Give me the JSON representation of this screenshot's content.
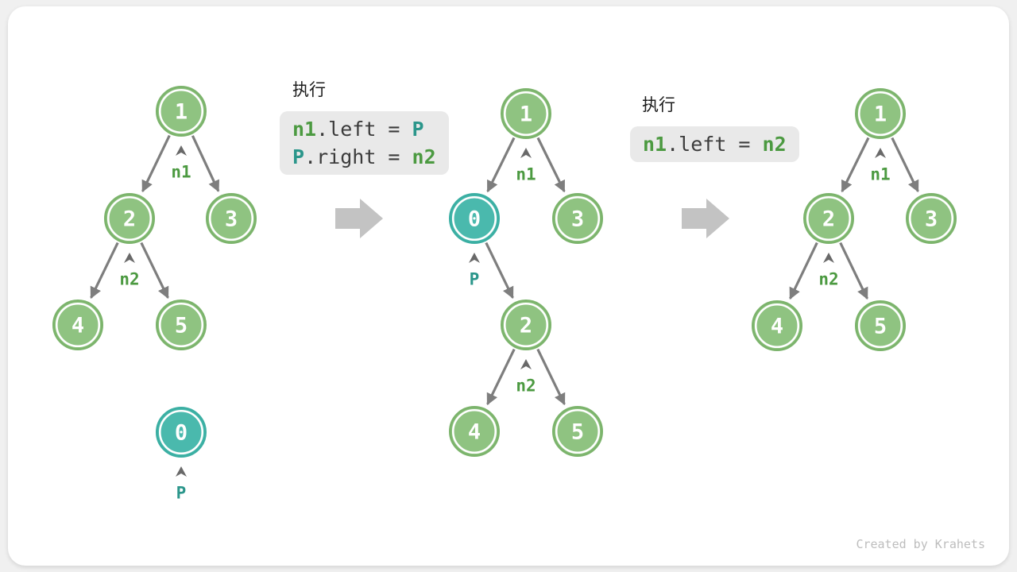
{
  "page": {
    "watermark": "Created by Krahets"
  },
  "colors": {
    "page_bg": "#f0f0f0",
    "card_bg": "#ffffff",
    "node_green_fill": "#8fc381",
    "node_green_stroke": "#7cb46c",
    "node_teal_fill": "#4ab9ad",
    "node_teal_stroke": "#3bafa3",
    "node_value_text": "#ffffff",
    "label_green": "#4c9a41",
    "label_teal": "#2b968b",
    "edge_gray": "#7e7e7e",
    "caret_gray": "#696969",
    "code_bg": "#e9e9e9",
    "code_plain": "#3b3b3b",
    "title_text": "#1c1c1c",
    "block_arrow_gray": "#c3c3c3",
    "watermark_gray": "#bdbdbd"
  },
  "figure": {
    "trees": [
      {
        "id": "before-insert",
        "nodes": [
          {
            "id": "1",
            "value": "1",
            "kind": "green"
          },
          {
            "id": "2",
            "value": "2",
            "kind": "green"
          },
          {
            "id": "3",
            "value": "3",
            "kind": "green"
          },
          {
            "id": "4",
            "value": "4",
            "kind": "green"
          },
          {
            "id": "5",
            "value": "5",
            "kind": "green"
          },
          {
            "id": "0",
            "value": "0",
            "kind": "teal"
          }
        ],
        "edges": [
          [
            "1",
            "2"
          ],
          [
            "1",
            "3"
          ],
          [
            "2",
            "4"
          ],
          [
            "2",
            "5"
          ]
        ],
        "pointers": [
          {
            "node": "1",
            "label": "n1",
            "color": "green"
          },
          {
            "node": "2",
            "label": "n2",
            "color": "green"
          },
          {
            "node": "0",
            "label": "P",
            "color": "teal"
          }
        ]
      },
      {
        "id": "after-insert",
        "nodes": [
          {
            "id": "1",
            "value": "1",
            "kind": "green"
          },
          {
            "id": "0",
            "value": "0",
            "kind": "teal"
          },
          {
            "id": "3",
            "value": "3",
            "kind": "green"
          },
          {
            "id": "2",
            "value": "2",
            "kind": "green"
          },
          {
            "id": "4",
            "value": "4",
            "kind": "green"
          },
          {
            "id": "5",
            "value": "5",
            "kind": "green"
          }
        ],
        "edges": [
          [
            "1",
            "0"
          ],
          [
            "1",
            "3"
          ],
          [
            "0",
            "2"
          ],
          [
            "2",
            "4"
          ],
          [
            "2",
            "5"
          ]
        ],
        "pointers": [
          {
            "node": "1",
            "label": "n1",
            "color": "green"
          },
          {
            "node": "0",
            "label": "P",
            "color": "teal"
          },
          {
            "node": "2",
            "label": "n2",
            "color": "green"
          }
        ]
      },
      {
        "id": "after-remove",
        "nodes": [
          {
            "id": "1",
            "value": "1",
            "kind": "green"
          },
          {
            "id": "2",
            "value": "2",
            "kind": "green"
          },
          {
            "id": "3",
            "value": "3",
            "kind": "green"
          },
          {
            "id": "4",
            "value": "4",
            "kind": "green"
          },
          {
            "id": "5",
            "value": "5",
            "kind": "green"
          }
        ],
        "edges": [
          [
            "1",
            "2"
          ],
          [
            "1",
            "3"
          ],
          [
            "2",
            "4"
          ],
          [
            "2",
            "5"
          ]
        ],
        "pointers": [
          {
            "node": "1",
            "label": "n1",
            "color": "green"
          },
          {
            "node": "2",
            "label": "n2",
            "color": "green"
          }
        ]
      }
    ],
    "code_blocks": [
      {
        "title": "执行",
        "lines": [
          [
            {
              "text": "n1",
              "color": "green"
            },
            {
              "text": ".left = ",
              "color": "plain"
            },
            {
              "text": "P",
              "color": "teal"
            }
          ],
          [
            {
              "text": "P",
              "color": "teal"
            },
            {
              "text": ".right = ",
              "color": "plain"
            },
            {
              "text": "n2",
              "color": "green"
            }
          ]
        ]
      },
      {
        "title": "执行",
        "lines": [
          [
            {
              "text": "n1",
              "color": "green"
            },
            {
              "text": ".left = ",
              "color": "plain"
            },
            {
              "text": "n2",
              "color": "green"
            }
          ]
        ]
      }
    ],
    "transition_arrows": [
      {
        "icon": "arrow-right"
      },
      {
        "icon": "arrow-right"
      }
    ]
  }
}
